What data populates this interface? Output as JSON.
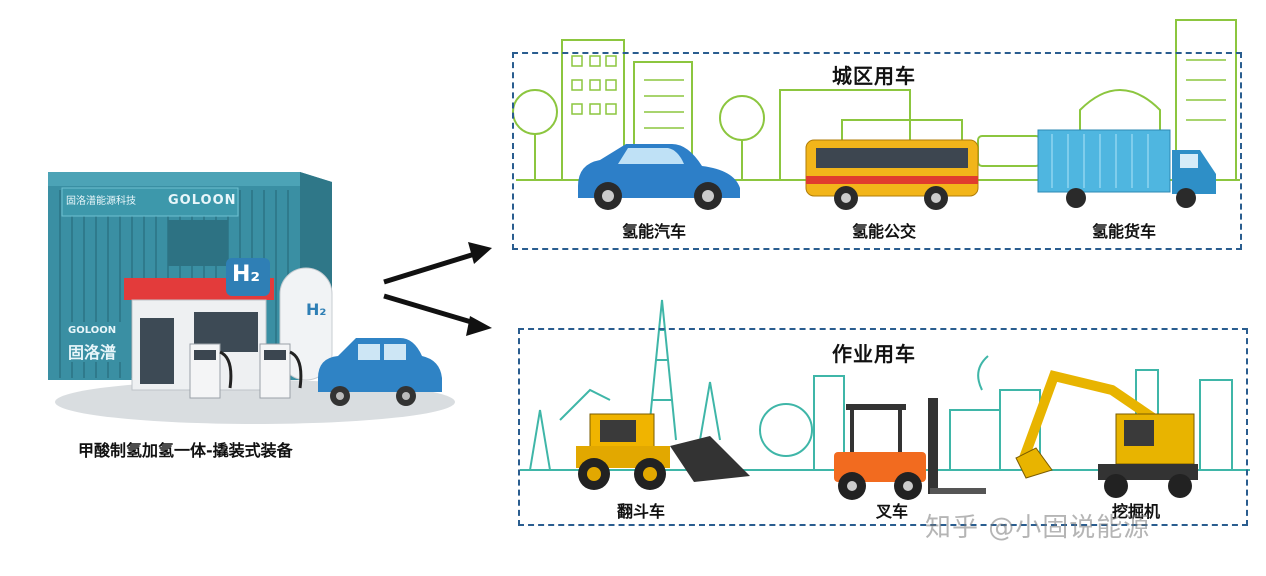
{
  "left_unit": {
    "caption": "甲酸制氢加氢一体-撬装式装备",
    "brand_cn": "固洛潽能源科技",
    "brand_en": "GOLOON",
    "brand_cn_short": "固洛潽",
    "h2_sign": "H₂",
    "h2_tank": "H₂"
  },
  "city_panel": {
    "title": "城区用车",
    "vehicles": [
      {
        "label": "氢能汽车"
      },
      {
        "label": "氢能公交"
      },
      {
        "label": "氢能货车"
      }
    ]
  },
  "work_panel": {
    "title": "作业用车",
    "vehicles": [
      {
        "label": "翻斗车"
      },
      {
        "label": "叉车"
      },
      {
        "label": "挖掘机"
      }
    ]
  },
  "watermark": "知乎 @小固说能源",
  "colors": {
    "panel_border": "#2a5d8f",
    "city_line": "#8cc63f",
    "work_line": "#3fb6a8",
    "container": "#3a8fa3"
  }
}
